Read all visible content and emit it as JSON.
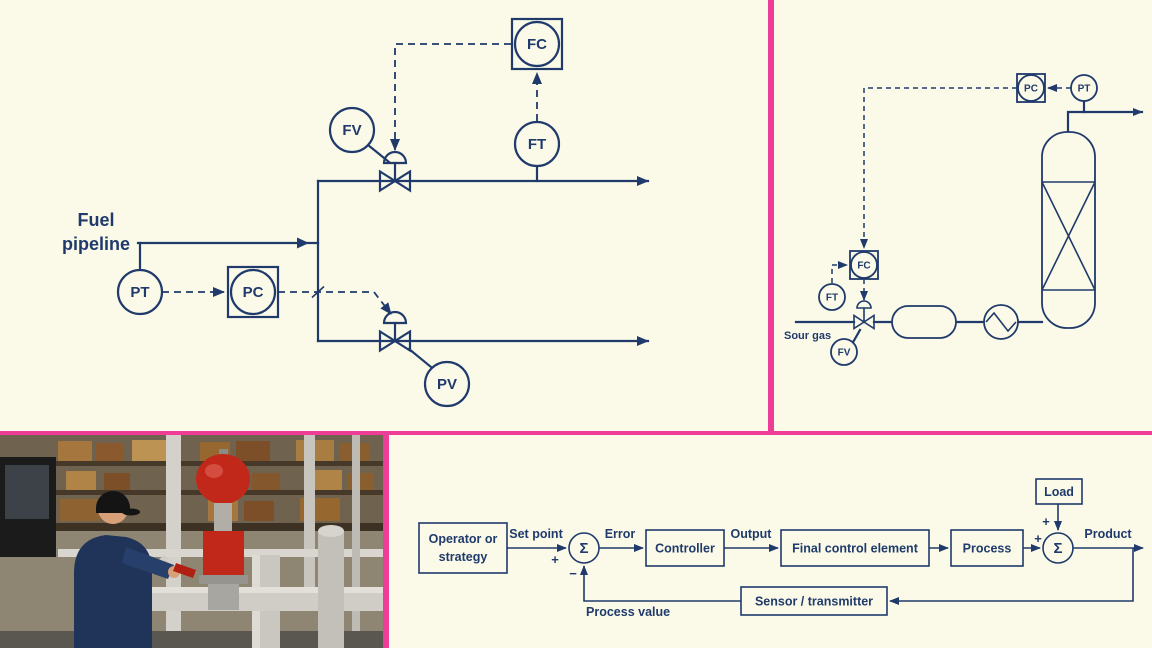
{
  "colors": {
    "panel": "#fbfae9",
    "divider": "#ee3d96",
    "ink": "#1f3a6b"
  },
  "fuel_diagram": {
    "title_line1": "Fuel",
    "title_line2": "pipeline",
    "fv_label": "FV",
    "fc_label": "FC",
    "ft_label": "FT",
    "pt_label": "PT",
    "pc_label": "PC",
    "pv_label": "PV"
  },
  "gas_diagram": {
    "pc_label": "PC",
    "pt_label": "PT",
    "fc_label": "FC",
    "ft_label": "FT",
    "fv_label": "FV",
    "feed_label": "Sour gas"
  },
  "block_diagram": {
    "operator_line1": "Operator or",
    "operator_line2": "strategy",
    "set_point_label": "Set point",
    "sigma": "Σ",
    "error_label": "Error",
    "controller_label": "Controller",
    "output_label": "Output",
    "final_label": "Final control element",
    "process_label": "Process",
    "load_label": "Load",
    "product_label": "Product",
    "sensor_label": "Sensor / transmitter",
    "process_value_label": "Process value",
    "plus": "+",
    "minus": "−"
  }
}
